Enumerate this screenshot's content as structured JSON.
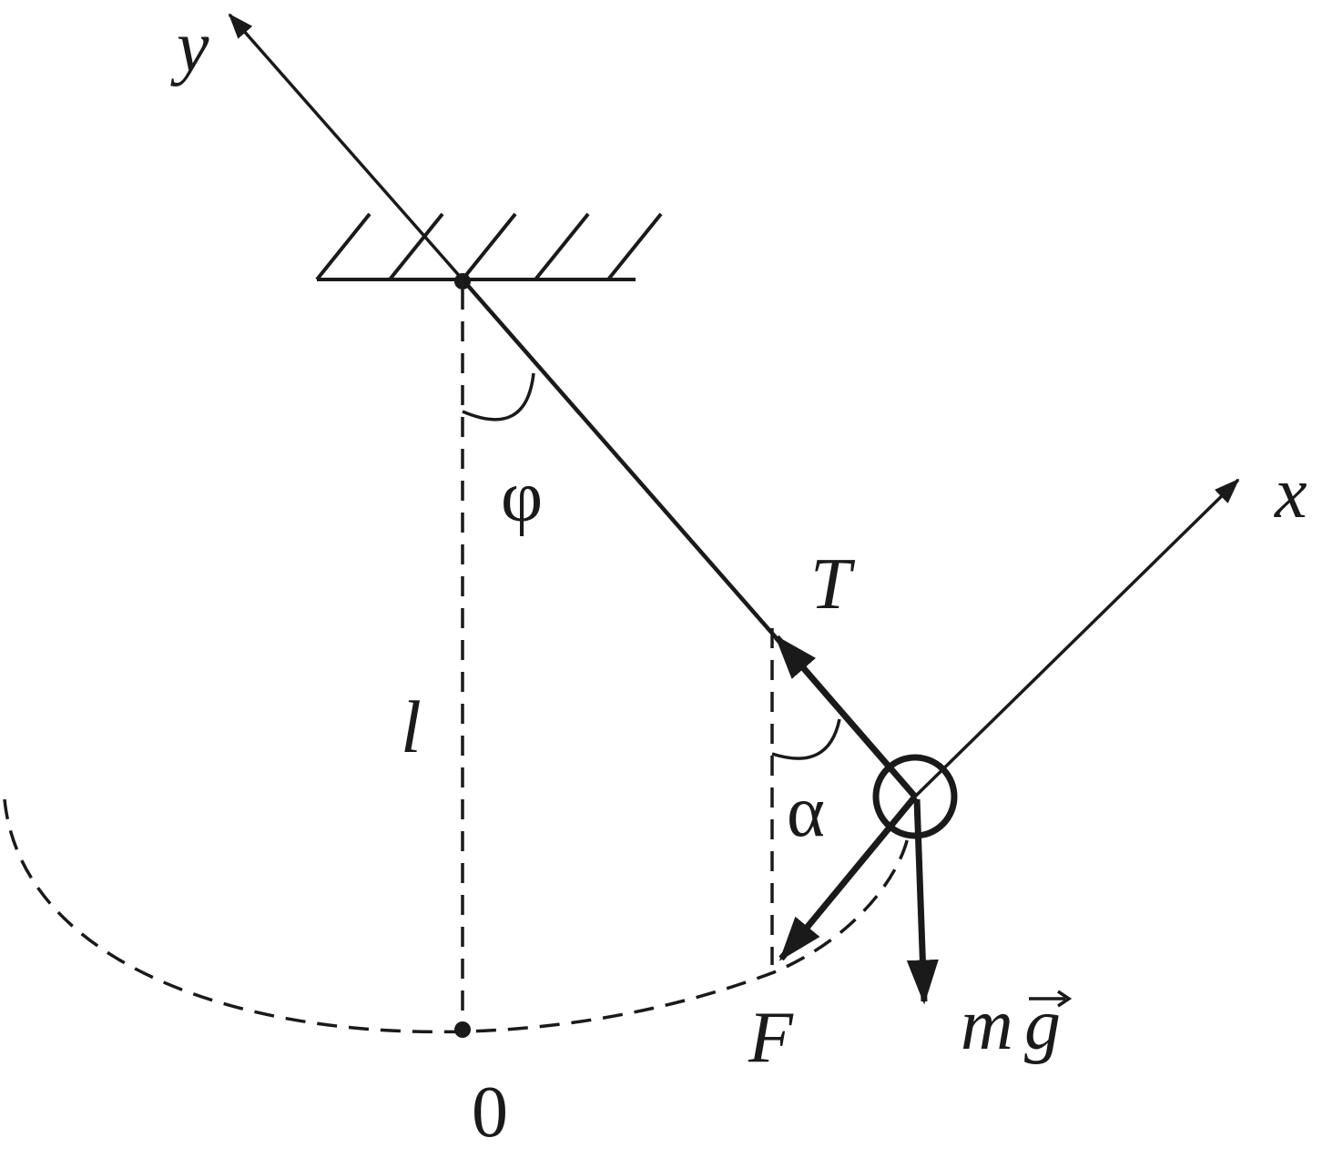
{
  "colors": {
    "ink": "#1a1a1a",
    "background": "#ffffff"
  },
  "labels": {
    "y_axis": "y",
    "x_axis": "x",
    "angle_phi": "φ",
    "length": "l",
    "tension": "T",
    "angle_alpha": "α",
    "force": "F",
    "gravity_m": "m",
    "gravity_g": "g",
    "origin": "0"
  }
}
